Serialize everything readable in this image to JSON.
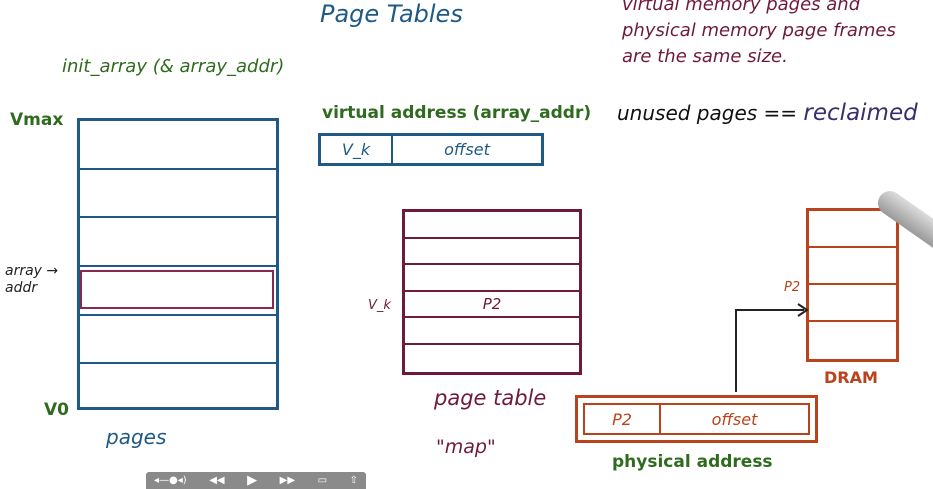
{
  "title": "Page Tables",
  "init_label": "init_array (& array_addr)",
  "note": {
    "line1": "virtual memory pages and",
    "line2": "physical memory page frames",
    "line3": "are the same size."
  },
  "unused": {
    "prefix": "unused pages ==",
    "word": "reclaimed"
  },
  "pages": {
    "vmax": "Vmax",
    "v0": "V0",
    "array_addr_1": "array",
    "array_addr_2": "addr",
    "caption": "pages"
  },
  "virtual_address": {
    "label": "virtual address (array_addr)",
    "vpn": "V_k",
    "offset": "offset"
  },
  "page_table": {
    "row_label": "V_k",
    "entry": "P2",
    "caption": "page table",
    "map": "\"map\""
  },
  "dram": {
    "label": "DRAM",
    "frame": "P2"
  },
  "physical_address": {
    "label": "physical address",
    "pfn": "P2",
    "offset": "offset"
  },
  "controls": {
    "volume": "volume-icon",
    "rewind": "rewind-icon",
    "play": "play-icon",
    "forward": "fast-forward-icon",
    "screen": "screen-icon",
    "share": "share-icon"
  }
}
